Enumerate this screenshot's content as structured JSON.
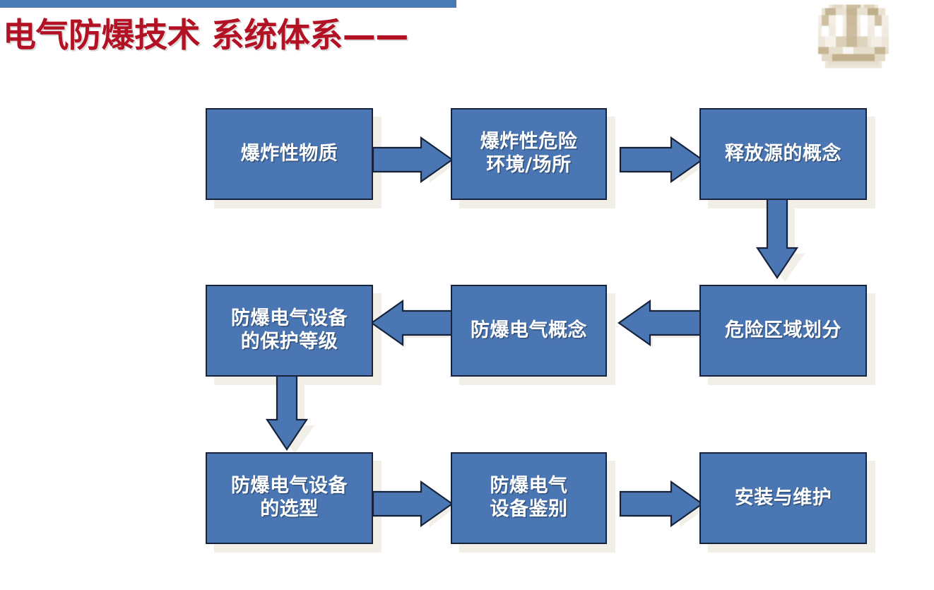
{
  "slide": {
    "title": "电气防爆技术 系统体系——",
    "title_color": "#b31124",
    "accent_bar_color": "#4a7ab5",
    "background_color": "#ffffff",
    "logo": "institution-logo-watermark"
  },
  "diagram": {
    "node_fill_color": "#4a77b4",
    "node_border_color": "#17233b",
    "node_text_color": "#ffffff",
    "shadow_color": "#f2efe8",
    "nodes": [
      {
        "id": "n1",
        "label": "爆炸性物质",
        "row": 1,
        "col": 1
      },
      {
        "id": "n2",
        "label": "爆炸性危险\n环境/场所",
        "row": 1,
        "col": 2
      },
      {
        "id": "n3",
        "label": "释放源的概念",
        "row": 1,
        "col": 3
      },
      {
        "id": "n4",
        "label": "防爆电气设备\n的保护等级",
        "row": 2,
        "col": 1
      },
      {
        "id": "n5",
        "label": "防爆电气概念",
        "row": 2,
        "col": 2
      },
      {
        "id": "n6",
        "label": "危险区域划分",
        "row": 2,
        "col": 3
      },
      {
        "id": "n7",
        "label": "防爆电气设备\n的选型",
        "row": 3,
        "col": 1
      },
      {
        "id": "n8",
        "label": "防爆电气\n设备鉴别",
        "row": 3,
        "col": 2
      },
      {
        "id": "n9",
        "label": "安装与维护",
        "row": 3,
        "col": 3
      }
    ],
    "edges": [
      {
        "from": "n1",
        "to": "n2",
        "direction": "right"
      },
      {
        "from": "n2",
        "to": "n3",
        "direction": "right"
      },
      {
        "from": "n3",
        "to": "n6",
        "direction": "down"
      },
      {
        "from": "n6",
        "to": "n5",
        "direction": "left"
      },
      {
        "from": "n5",
        "to": "n4",
        "direction": "left"
      },
      {
        "from": "n4",
        "to": "n7",
        "direction": "down"
      },
      {
        "from": "n7",
        "to": "n8",
        "direction": "right"
      },
      {
        "from": "n8",
        "to": "n9",
        "direction": "right"
      }
    ]
  }
}
